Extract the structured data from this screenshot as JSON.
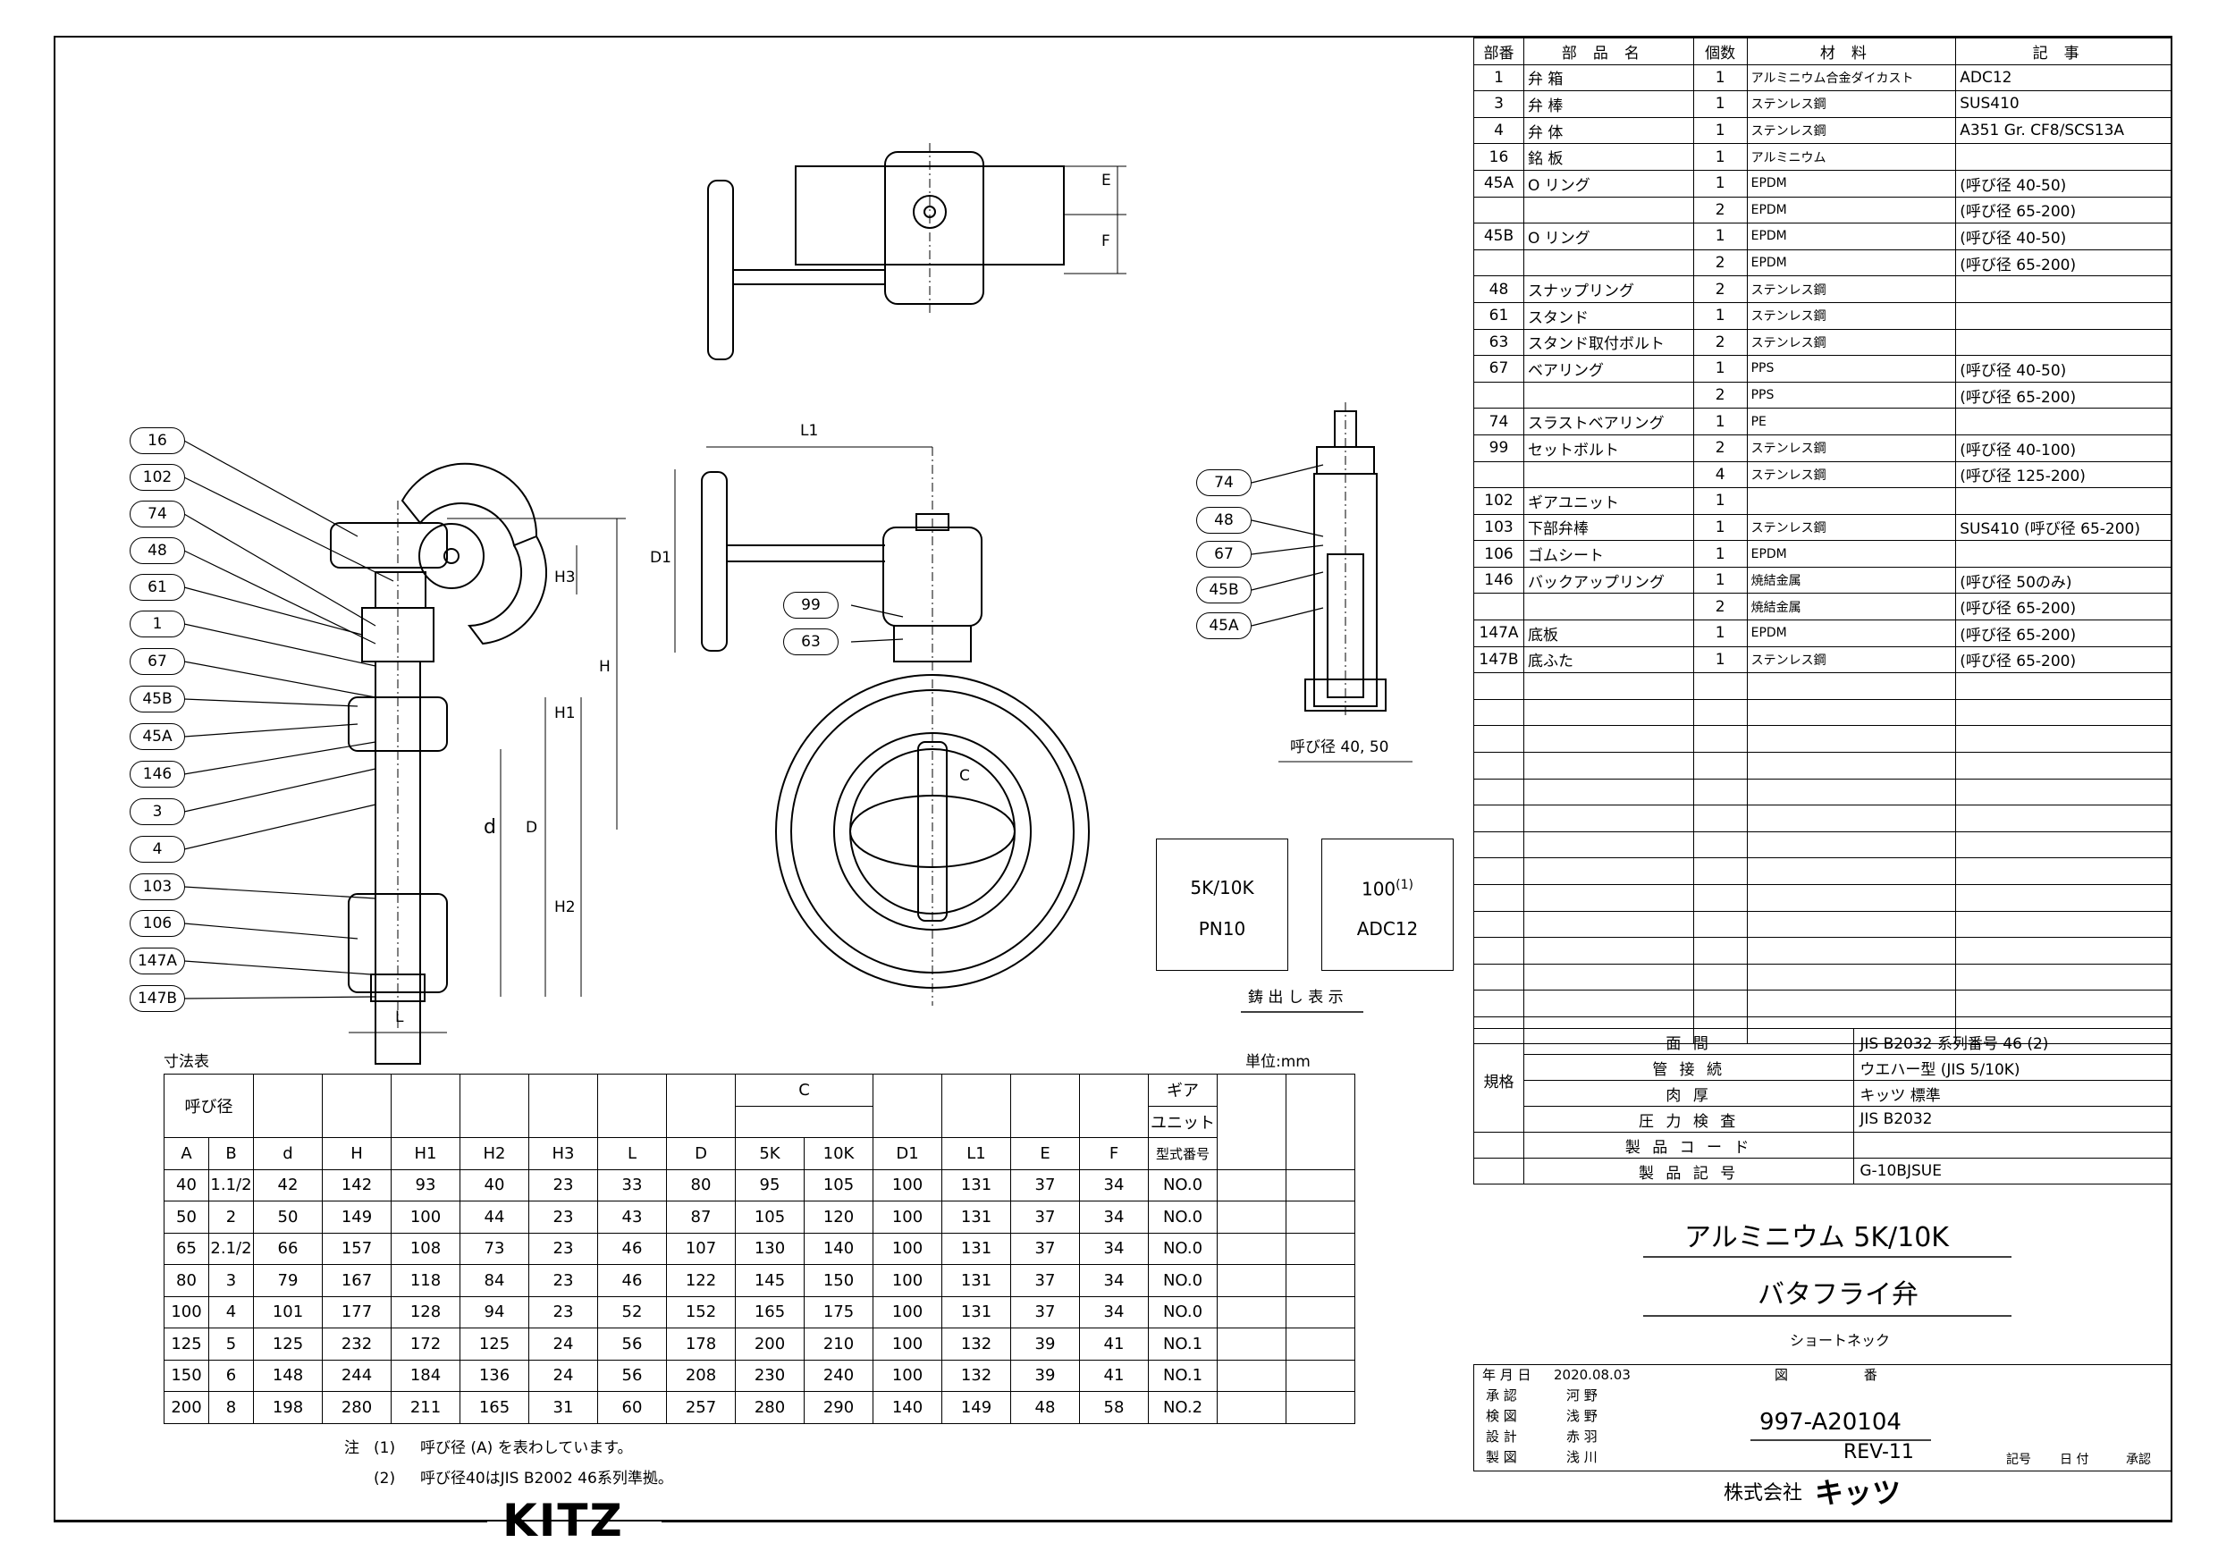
{
  "parts_table": {
    "headers": [
      "部番",
      "部品名",
      "個数",
      "材料",
      "記事"
    ],
    "rows": [
      [
        "1",
        "弁 箱",
        "1",
        "アルミニウム合金ダイカスト",
        "ADC12"
      ],
      [
        "3",
        "弁 棒",
        "1",
        "ステンレス鋼",
        "SUS410"
      ],
      [
        "4",
        "弁 体",
        "1",
        "ステンレス鋼",
        "A351 Gr. CF8/SCS13A"
      ],
      [
        "16",
        "銘 板",
        "1",
        "アルミニウム",
        ""
      ],
      [
        "45A",
        "O リング",
        "1",
        "EPDM",
        "(呼び径 40-50)"
      ],
      [
        "",
        "",
        "2",
        "EPDM",
        "(呼び径 65-200)"
      ],
      [
        "45B",
        "O リング",
        "1",
        "EPDM",
        "(呼び径 40-50)"
      ],
      [
        "",
        "",
        "2",
        "EPDM",
        "(呼び径 65-200)"
      ],
      [
        "48",
        "スナップリング",
        "2",
        "ステンレス鋼",
        ""
      ],
      [
        "61",
        "スタンド",
        "1",
        "ステンレス鋼",
        ""
      ],
      [
        "63",
        "スタンド取付ボルト",
        "2",
        "ステンレス鋼",
        ""
      ],
      [
        "67",
        "ベアリング",
        "1",
        "PPS",
        "(呼び径 40-50)"
      ],
      [
        "",
        "",
        "2",
        "PPS",
        "(呼び径 65-200)"
      ],
      [
        "74",
        "スラストベアリング",
        "1",
        "PE",
        ""
      ],
      [
        "99",
        "セットボルト",
        "2",
        "ステンレス鋼",
        "(呼び径 40-100)"
      ],
      [
        "",
        "",
        "4",
        "ステンレス鋼",
        "(呼び径 125-200)"
      ],
      [
        "102",
        "ギアユニット",
        "1",
        "",
        ""
      ],
      [
        "103",
        "下部弁棒",
        "1",
        "ステンレス鋼",
        "SUS410 (呼び径 65-200)"
      ],
      [
        "106",
        "ゴムシート",
        "1",
        "EPDM",
        ""
      ],
      [
        "146",
        "バックアップリング",
        "1",
        "焼結金属",
        "(呼び径 50のみ)"
      ],
      [
        "",
        "",
        "2",
        "焼結金属",
        "(呼び径 65-200)"
      ],
      [
        "147A",
        "底板",
        "1",
        "EPDM",
        "(呼び径 65-200)"
      ],
      [
        "147B",
        "底ふた",
        "1",
        "ステンレス鋼",
        "(呼び径 65-200)"
      ]
    ]
  },
  "spec": {
    "group_label": "規格",
    "rows": [
      {
        "label": "面 間",
        "value": "JIS B2032 系列番号 46 (2)"
      },
      {
        "label": "管 接 続",
        "value": "ウエハー型 (JIS 5/10K)"
      },
      {
        "label": "肉 厚",
        "value": "キッツ 標準"
      },
      {
        "label": "圧 力 検 査",
        "value": "JIS B2032"
      },
      {
        "label": "製 品 コ ー ド",
        "value": ""
      },
      {
        "label": "製 品 記 号",
        "value": "G-10BJSUE"
      }
    ]
  },
  "title_block": {
    "title1": "アルミニウム 5K/10K",
    "title2": "バタフライ弁",
    "subtitle": "ショートネック",
    "date_label": "年 月 日",
    "date": "2020.08.03",
    "drawing_no_label": "図 番",
    "roles": [
      {
        "role": "承 認",
        "name": "河 野"
      },
      {
        "role": "検 図",
        "name": "浅 野"
      },
      {
        "role": "設 計",
        "name": "赤 羽"
      },
      {
        "role": "製 図",
        "name": "浅 川"
      }
    ],
    "drawing_no": "997-A20104",
    "rev": "REV-11",
    "rev_headers": [
      "記号",
      "日 付",
      "承認"
    ],
    "company": "株式会社",
    "company_name": "キッツ"
  },
  "dimension_table": {
    "caption": "寸法表",
    "unit": "単位:mm",
    "header_nominal": "呼び径",
    "header_c": "C",
    "header_gear": [
      "ギア",
      "ユニット",
      "型式番号"
    ],
    "columns": [
      "A",
      "B",
      "d",
      "H",
      "H1",
      "H2",
      "H3",
      "L",
      "D",
      "5K",
      "10K",
      "D1",
      "L1",
      "E",
      "F"
    ],
    "rows": [
      [
        "40",
        "1.1/2",
        "42",
        "142",
        "93",
        "40",
        "23",
        "33",
        "80",
        "95",
        "105",
        "100",
        "131",
        "37",
        "34",
        "NO.0"
      ],
      [
        "50",
        "2",
        "50",
        "149",
        "100",
        "44",
        "23",
        "43",
        "87",
        "105",
        "120",
        "100",
        "131",
        "37",
        "34",
        "NO.0"
      ],
      [
        "65",
        "2.1/2",
        "66",
        "157",
        "108",
        "73",
        "23",
        "46",
        "107",
        "130",
        "140",
        "100",
        "131",
        "37",
        "34",
        "NO.0"
      ],
      [
        "80",
        "3",
        "79",
        "167",
        "118",
        "84",
        "23",
        "46",
        "122",
        "145",
        "150",
        "100",
        "131",
        "37",
        "34",
        "NO.0"
      ],
      [
        "100",
        "4",
        "101",
        "177",
        "128",
        "94",
        "23",
        "52",
        "152",
        "165",
        "175",
        "100",
        "131",
        "37",
        "34",
        "NO.0"
      ],
      [
        "125",
        "5",
        "125",
        "232",
        "172",
        "125",
        "24",
        "56",
        "178",
        "200",
        "210",
        "100",
        "132",
        "39",
        "41",
        "NO.1"
      ],
      [
        "150",
        "6",
        "148",
        "244",
        "184",
        "136",
        "24",
        "56",
        "208",
        "230",
        "240",
        "100",
        "132",
        "39",
        "41",
        "NO.1"
      ],
      [
        "200",
        "8",
        "198",
        "280",
        "211",
        "165",
        "31",
        "60",
        "257",
        "280",
        "290",
        "140",
        "149",
        "48",
        "58",
        "NO.2"
      ]
    ]
  },
  "notes": {
    "label": "注",
    "items": [
      {
        "num": "(1)",
        "text": "呼び径 (A) を表わしています。"
      },
      {
        "num": "(2)",
        "text": "呼び径40はJIS B2002 46系列準拠。"
      }
    ]
  },
  "callouts_left": [
    "16",
    "102",
    "74",
    "48",
    "61",
    "1",
    "67",
    "45B",
    "45A",
    "146",
    "3",
    "4",
    "103",
    "106",
    "147A",
    "147B"
  ],
  "callouts_center": [
    "99",
    "63"
  ],
  "callouts_right": [
    "74",
    "48",
    "67",
    "45B",
    "45A"
  ],
  "dim_labels": {
    "E": "E",
    "F": "F",
    "L1": "L1",
    "D1": "D1",
    "H3": "H3",
    "H": "H",
    "H1": "H1",
    "d": "d",
    "D": "D",
    "H2": "H2",
    "L": "L",
    "C": "C"
  },
  "marking": {
    "box1": [
      "5K/10K",
      "PN10"
    ],
    "box2": [
      "100",
      "ADC12"
    ],
    "box2_sup": "(1)",
    "caption": "鋳 出 し 表 示"
  },
  "small_view_caption": "呼び径 40, 50",
  "logo": "KITZ"
}
